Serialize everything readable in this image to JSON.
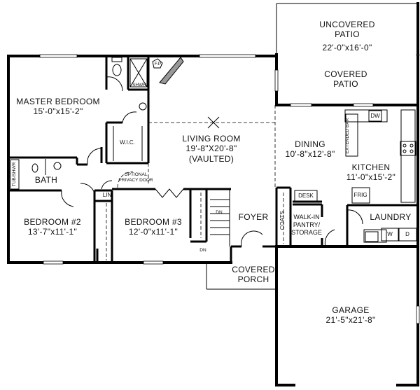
{
  "plan": {
    "type": "floor-plan",
    "rooms": {
      "uncovered_patio": {
        "name": "UNCOVERED",
        "name2": "PATIO",
        "size": "22'-0\"x16'-0\""
      },
      "covered_patio": {
        "name": "COVERED",
        "name2": "PATIO"
      },
      "master_bedroom": {
        "name": "MASTER BEDROOM",
        "size": "15'-0\"x15'-2\""
      },
      "living_room": {
        "name": "LIVING ROOM",
        "size": "19'-8\"X20'-8\"",
        "note": "(VAULTED)"
      },
      "dining": {
        "name": "DINING",
        "size": "10'-8\"x12'-8\""
      },
      "kitchen": {
        "name": "KITCHEN",
        "size": "11'-0\"x15'-2\""
      },
      "bath": {
        "name": "BATH"
      },
      "bedroom2": {
        "name": "BEDROOM #2",
        "size": "13'-7\"x11'-1\""
      },
      "bedroom3": {
        "name": "BEDROOM #3",
        "size": "12'-0\"x11'-1\""
      },
      "foyer": {
        "name": "FOYER"
      },
      "pantry": {
        "name": "WALK-IN",
        "name2": "PANTRY/",
        "name3": "STORAGE"
      },
      "laundry": {
        "name": "LAUNDRY"
      },
      "covered_porch": {
        "name": "COVERED",
        "name2": "PORCH"
      },
      "garage": {
        "name": "GARAGE",
        "size": "21'-5\"x21'-8\""
      }
    },
    "fixtures": {
      "wic": "W.I.C.",
      "shower": "SHWR",
      "fireplace": "F.P.",
      "tub_shower": "TUB/SHWR",
      "linen": "LIN",
      "privacy_door_1": "OPTIONAL",
      "privacy_door_2": "PRIVACY DOOR",
      "stairs_down_1": "DN",
      "stairs_down_2": "DN",
      "coats": "COATS",
      "desk": "DESK",
      "extended_bar": "EXTENDED BAR",
      "dishwasher": "DW",
      "fridge": "FRIG",
      "washer": "W",
      "dryer": "D"
    }
  }
}
